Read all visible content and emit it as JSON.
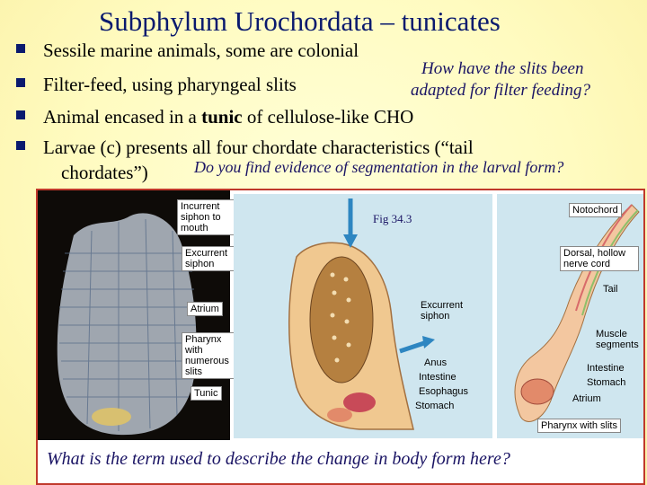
{
  "title": "Subphylum Urochordata – tunicates",
  "bullets": [
    {
      "text": "Sessile marine animals, some are colonial"
    },
    {
      "text": "Filter-feed, using pharyngeal slits"
    },
    {
      "pre": "Animal encased in a ",
      "bold": "tunic",
      "post": " of cellulose-like CHO"
    },
    {
      "text": "Larvae (c) presents all four chordate characteristics (“tail"
    },
    {
      "text": "chordates”)"
    }
  ],
  "questions": {
    "slits_line1": "How have the slits been",
    "slits_line2": "adapted for filter feeding?",
    "segmentation": "Do you find evidence of segmentation in the larval form?",
    "body_form": "What is the term used to describe the change in body form here?"
  },
  "figure": {
    "fig_label": "Fig 34.3",
    "photo_labels": [
      "Incurrent siphon to mouth",
      "Excurrent siphon",
      "Atrium",
      "Pharynx with numerous slits",
      "Tunic"
    ],
    "adult_labels": [
      "Excurrent siphon",
      "Anus",
      "Intestine",
      "Esophagus",
      "Stomach"
    ],
    "larva_labels": [
      "Notochord",
      "Dorsal, hollow nerve cord",
      "Tail",
      "Muscle segments",
      "Intestine",
      "Stomach",
      "Atrium",
      "Pharynx with slits"
    ]
  },
  "colors": {
    "title": "#0a1a6e",
    "question": "#1a1464",
    "frame": "#c0392b",
    "panel": "#cfe6ef"
  }
}
